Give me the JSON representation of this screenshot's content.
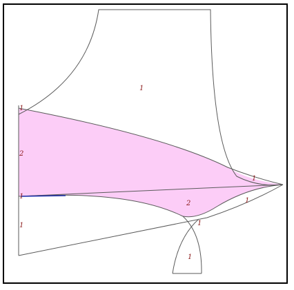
{
  "colors": {
    "frame": "#000000",
    "outline": "#5a5a5a",
    "region_fill": "#fccdf7",
    "label": "#8b1a1a",
    "accent_line": "#1f2fb0"
  },
  "labels": {
    "top_region": "1",
    "upper_left_corner": "1",
    "pink_region_left": "2",
    "pink_region_lower": "2",
    "left_center": "1",
    "lower_left_region": "1",
    "right_tip_upper": "1",
    "right_tip_lower": "1",
    "lower_crossing": "1",
    "bottom_region": "1"
  }
}
